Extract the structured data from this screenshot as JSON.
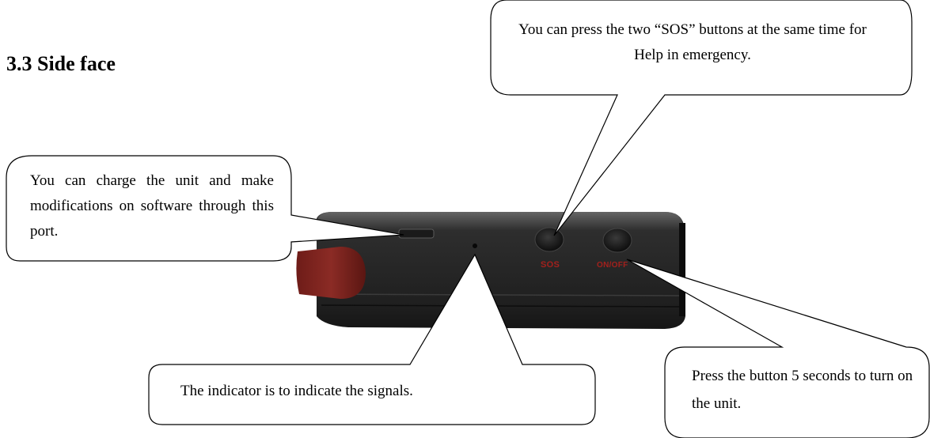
{
  "section": {
    "heading": "3.3 Side face"
  },
  "callouts": {
    "sos": "You can press the two “SOS” buttons at the same time for Help in emergency.",
    "port": "You can charge the unit and make modifications on software through this port.",
    "indicator": "The indicator is to indicate the signals.",
    "power": "Press the button 5 seconds to turn on the unit."
  },
  "device": {
    "sos_label": "SOS",
    "power_label": "ON/OFF"
  }
}
